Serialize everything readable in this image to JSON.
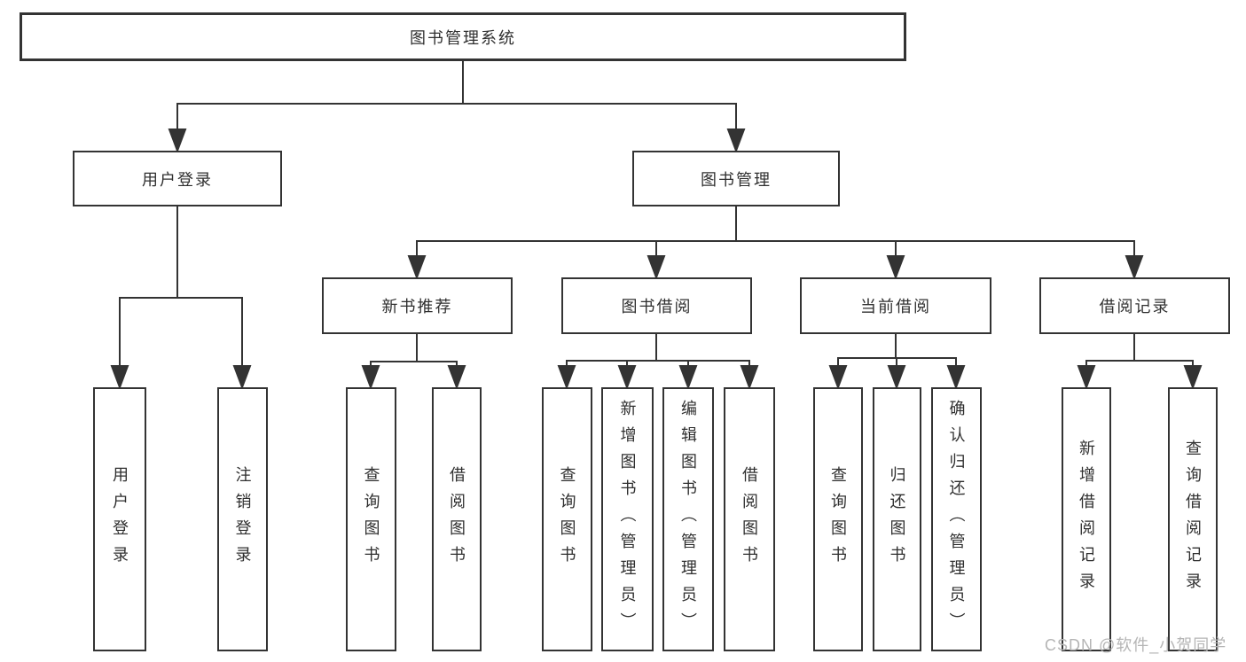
{
  "diagram": {
    "title": "图书管理系统",
    "root": {
      "label": "图书管理系统"
    },
    "branches": [
      {
        "label": "用户登录",
        "children": [
          {
            "label": "用户登录"
          },
          {
            "label": "注销登录"
          }
        ]
      },
      {
        "label": "图书管理",
        "children": [
          {
            "label": "新书推荐",
            "children": [
              {
                "label": "查询图书"
              },
              {
                "label": "借阅图书"
              }
            ]
          },
          {
            "label": "图书借阅",
            "children": [
              {
                "label": "查询图书"
              },
              {
                "label": "新增图书（管理员）"
              },
              {
                "label": "编辑图书（管理员）"
              },
              {
                "label": "借阅图书"
              }
            ]
          },
          {
            "label": "当前借阅",
            "children": [
              {
                "label": "查询图书"
              },
              {
                "label": "归还图书"
              },
              {
                "label": "确认归还（管理员）"
              }
            ]
          },
          {
            "label": "借阅记录",
            "children": [
              {
                "label": "新增借阅记录"
              },
              {
                "label": "查询借阅记录"
              }
            ]
          }
        ]
      }
    ]
  },
  "watermark": {
    "text": "CSDN @软件_小贺同学"
  },
  "colors": {
    "line": "#333333",
    "text": "#2f2f2f",
    "watermark": "#b5b5b5",
    "background": "#ffffff"
  }
}
